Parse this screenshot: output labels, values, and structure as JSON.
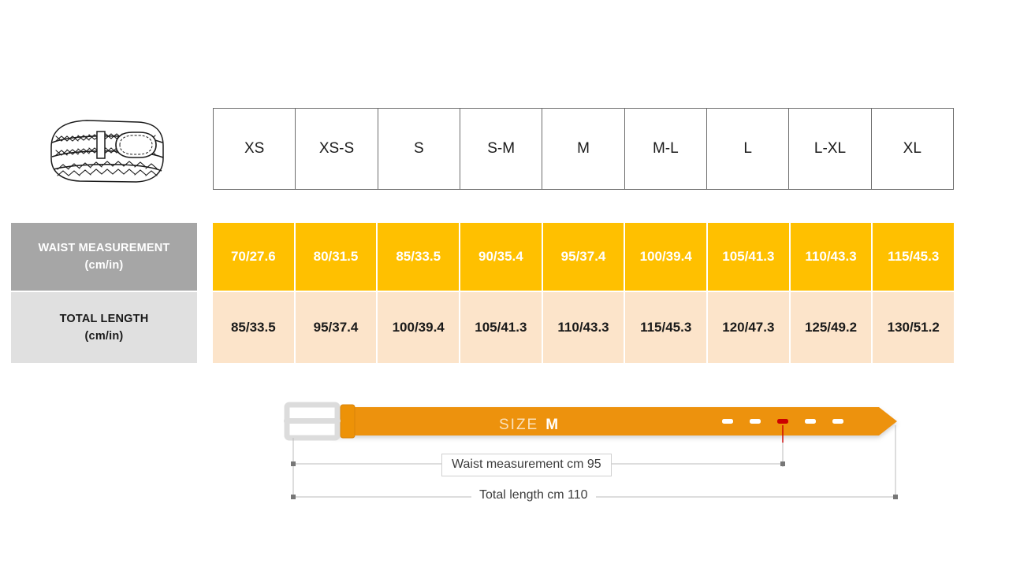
{
  "product_icon": {
    "name": "braided-belt-illustration",
    "alt": "Coiled braided belt with buckle"
  },
  "size_table": {
    "columns": [
      "XS",
      "XS-S",
      "S",
      "S-M",
      "M",
      "M-L",
      "L",
      "L-XL",
      "XL"
    ],
    "rows": [
      {
        "label_line1": "WAIST MEASUREMENT",
        "label_line2": "(cm/in)",
        "label_bg": "#A6A6A6",
        "label_color": "#FFFFFF",
        "cell_bg": "#FFC000",
        "cell_color": "#FFFFFF",
        "values": [
          "70/27.6",
          "80/31.5",
          "85/33.5",
          "90/35.4",
          "95/37.4",
          "100/39.4",
          "105/41.3",
          "110/43.3",
          "115/45.3"
        ]
      },
      {
        "label_line1": "TOTAL LENGTH",
        "label_line2": "(cm/in)",
        "label_bg": "#E0E0E0",
        "label_color": "#1A1A1A",
        "cell_bg": "#FCE4CA",
        "cell_color": "#1A1A1A",
        "values": [
          "85/33.5",
          "95/37.4",
          "100/39.4",
          "105/41.3",
          "110/43.3",
          "115/45.3",
          "120/47.3",
          "125/49.2",
          "130/51.2"
        ]
      }
    ]
  },
  "belt_diagram": {
    "size_label": "SIZE",
    "size_value": "M",
    "waist_dimension": "Waist measurement cm 95",
    "total_dimension": "Total length cm 110",
    "belt_color": "#ED9207",
    "buckle_color": "#DCDCDC",
    "active_hole_color": "#CC0000",
    "hole_color": "#FFFFFF",
    "hole_count": 5,
    "active_hole_index": 3
  }
}
